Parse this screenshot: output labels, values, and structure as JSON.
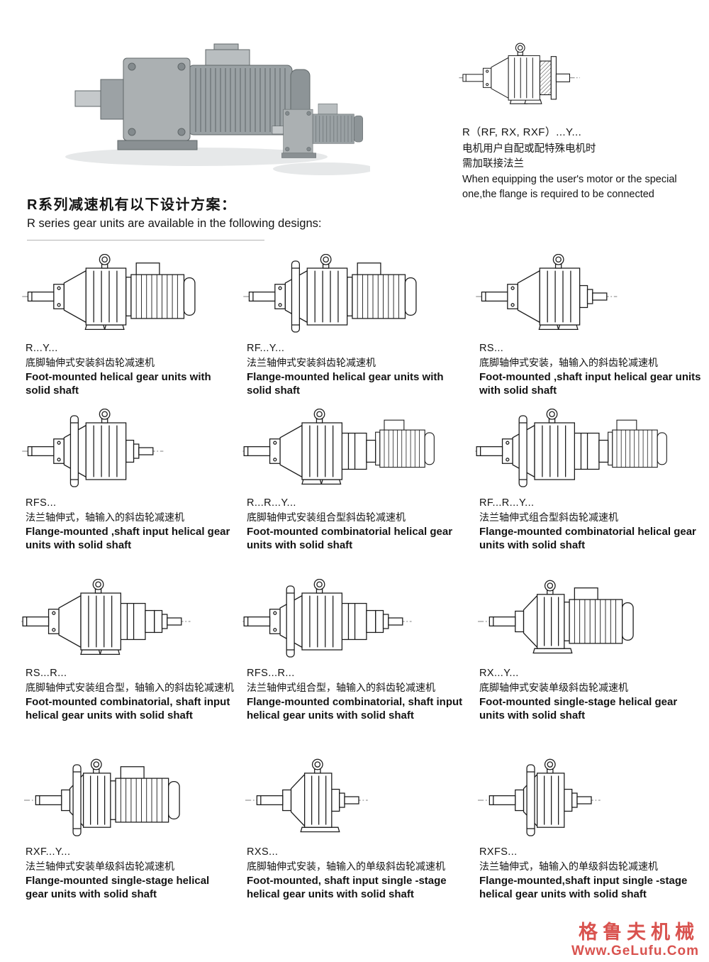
{
  "header_note": {
    "model_line": "R（RF, RX, RXF）...Y...",
    "zh_line1": "电机用户自配或配特殊电机时",
    "zh_line2": "需加联接法兰",
    "en": "When equipping the user's motor or the special one,the flange is required to be connected"
  },
  "heading": {
    "zh": "R系列减速机有以下设计方案：",
    "en": "R series gear units are available in the following designs:"
  },
  "designs": [
    {
      "model": "R...Y...",
      "zh": "底脚轴伸式安装斜齿轮减速机",
      "en": "Foot-mounted helical gear units with solid shaft"
    },
    {
      "model": "RF...Y...",
      "zh": "法兰轴伸式安装斜齿轮减速机",
      "en": "Flange-mounted helical gear units with solid shaft"
    },
    {
      "model": "RS...",
      "zh": "底脚轴伸式安装，轴输入的斜齿轮减速机",
      "en": "Foot-mounted ,shaft input helical gear units with solid shaft"
    },
    {
      "model": "RFS...",
      "zh": "法兰轴伸式，轴输入的斜齿轮减速机",
      "en": "Flange-mounted ,shaft input helical gear units with solid shaft"
    },
    {
      "model": "R...R...Y...",
      "zh": "底脚轴伸式安装组合型斜齿轮减速机",
      "en": "Foot-mounted combinatorial helical gear units with solid shaft"
    },
    {
      "model": "RF...R...Y...",
      "zh": "法兰轴伸式组合型斜齿轮减速机",
      "en": "Flange-mounted combinatorial helical gear units with solid shaft"
    },
    {
      "model": "RS...R...",
      "zh": "底脚轴伸式安装组合型，轴输入的斜齿轮减速机",
      "en": "Foot-mounted combinatorial, shaft input helical gear units with solid shaft"
    },
    {
      "model": "RFS...R...",
      "zh": "法兰轴伸式组合型，轴输入的斜齿轮减速机",
      "en": "Flange-mounted combinatorial, shaft input helical gear units with solid shaft"
    },
    {
      "model": "RX...Y...",
      "zh": "底脚轴伸式安装单级斜齿轮减速机",
      "en": "Foot-mounted single-stage helical gear units with solid shaft"
    },
    {
      "model": "RXF...Y...",
      "zh": "法兰轴伸式安装单级斜齿轮减速机",
      "en": "Flange-mounted single-stage helical gear units with solid shaft"
    },
    {
      "model": "RXS...",
      "zh": "底脚轴伸式安装，轴输入的单级斜齿轮减速机",
      "en": "Foot-mounted, shaft input single -stage  helical gear units with solid shaft"
    },
    {
      "model": "RXFS...",
      "zh": "法兰轴伸式，轴输入的单级斜齿轮减速机",
      "en": "Flange-mounted,shaft input single -stage  helical gear units with solid shaft"
    }
  ],
  "watermark": {
    "brand_zh": "格鲁夫机械",
    "site": "Www.GeLufu.Com",
    "color": "#d9534f"
  }
}
